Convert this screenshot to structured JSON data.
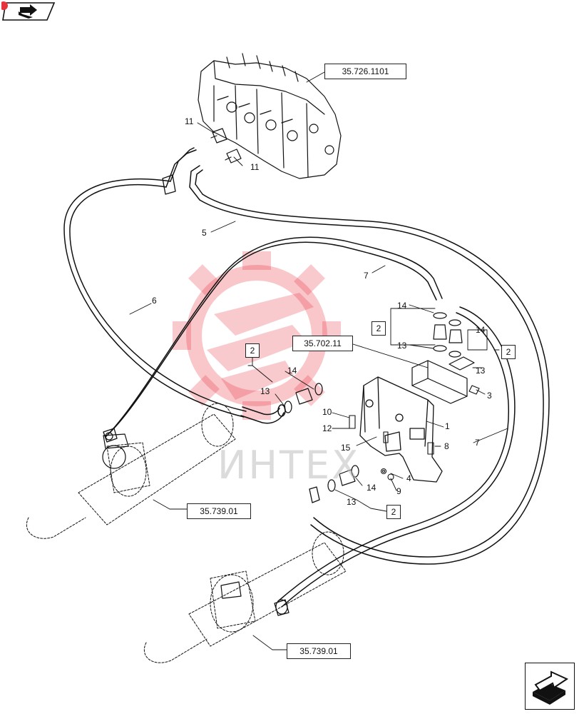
{
  "references": {
    "valve": "35.726.1101",
    "bracket_group": "35.702.11",
    "cylinder_upper": "35.739.01",
    "cylinder_lower": "35.739.01"
  },
  "callouts": {
    "c11a": "11",
    "c11b": "11",
    "c5": "5",
    "c6": "6",
    "c7a": "7",
    "c7b": "7",
    "c14a": "14",
    "c14b": "14",
    "c14c": "14",
    "c14d": "14",
    "c13a": "13",
    "c13b": "13",
    "c13c": "13",
    "c13d": "13",
    "c3": "3",
    "c1": "1",
    "c8": "8",
    "c4": "4",
    "c9": "9",
    "c10": "10",
    "c12": "12",
    "c15": "15"
  },
  "kits": {
    "k2a": "2",
    "k2b": "2",
    "k2c": "2",
    "k2d": "2"
  },
  "watermark": {
    "text": "ИНТЕХ",
    "logo_color": "#e8323c"
  },
  "nav": {
    "prev_icon": "back-arrow-icon",
    "next_icon": "forward-arrow-icon"
  }
}
